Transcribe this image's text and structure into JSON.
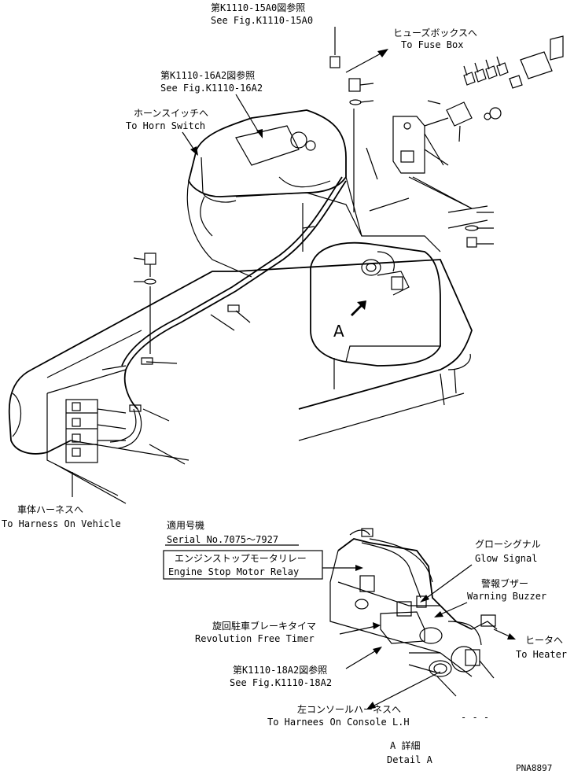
{
  "labels": {
    "fig15a0_jp": "第K1110-15A0図参照",
    "fig15a0_en": "See Fig.K1110-15A0",
    "fusebox_jp": "ヒューズボックスへ",
    "fusebox_en": "To Fuse Box",
    "fig16a2_jp": "第K1110-16A2図参照",
    "fig16a2_en": "See Fig.K1110-16A2",
    "horn_jp": "ホーンスイッチへ",
    "horn_en": "To Horn Switch",
    "detail_marker": "A",
    "harness_vehicle_jp": "車体ハーネスへ",
    "harness_vehicle_en": "To Harness On Vehicle",
    "serial_jp": "適用号機",
    "serial_en": "Serial No.7075～7927",
    "engine_relay_jp": "エンジンストップモータリレー",
    "engine_relay_en": "Engine Stop Motor Relay",
    "glow_jp": "グローシグナル",
    "glow_en": "Glow Signal",
    "buzzer_jp": "警報ブザー",
    "buzzer_en": "Warning Buzzer",
    "timer_jp": "旋回駐車ブレーキタイマ",
    "timer_en": "Revolution Free Timer",
    "heater_jp": "ヒータへ",
    "heater_en": "To Heater",
    "fig18a2_jp": "第K1110-18A2図参照",
    "fig18a2_en": "See Fig.K1110-18A2",
    "console_jp": "左コンソールハーネスへ",
    "console_en": "To Harnees On Console L.H",
    "detail_jp": "A 詳細",
    "detail_en": "Detail A",
    "drawing_no": "PNA8897"
  }
}
